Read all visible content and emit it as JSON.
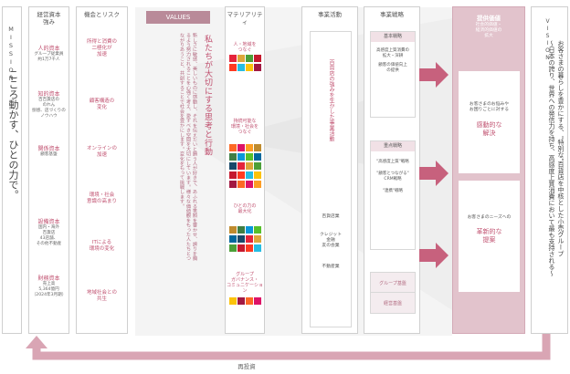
{
  "mission": {
    "title": "MISSION",
    "text": "こころ動かす、ひとの力で。"
  },
  "strengths": {
    "title": "経営資本\n強み",
    "items": [
      {
        "title": "人的資本",
        "sub": "グループ従業員\n約1万7千人"
      },
      {
        "title": "知的資本",
        "sub": "百百貨店の\nのれん\n捌感、店づくりの\nノウハウ"
      },
      {
        "title": "関係資本",
        "sub": "顧客基盤"
      },
      {
        "title": "設備資本",
        "sub": "国内・海外\n百貨店\n43店舗、\nその他不動産"
      },
      {
        "title": "財務資本",
        "sub": "売上高\n5,364億円\n（2024年3月期）"
      }
    ]
  },
  "risks": {
    "title": "機会とリスク",
    "items": [
      "所得と消費の\n二極化が\n加速",
      "顧客構造の\n変化",
      "オンラインの\n加速",
      "環境・社会\n意識の高まり",
      "ITによる\n環境の変化",
      "地域社会との\n共生"
    ]
  },
  "values": {
    "title": "VALUES",
    "heading": "私たちが大切にする思考と行動",
    "body": "新しさに敏感、美しいものに感動し、それを伝えたいと願う人が好きで、あふれる笑顔を響かせ、誇りを胸るよう努力されることを心強く考え、愛すべき空間を大切にしています。様々な価値観をもった人たちとつながりあうこと、共創することで社会を豊かにします。変化をもって挑戦します。"
  },
  "materiality": {
    "title": "マテリアリティ",
    "groups": [
      "人・地域を\nつなぐ",
      "持続可能な\n環境・社会を\nつなぐ",
      "ひとの力の\n最大化",
      "グループ\nガバナンス・\nコミュニケーション"
    ]
  },
  "business": {
    "title": "事業活動",
    "main": "百貨店の強みを生かした事業活動",
    "items": [
      "百貨店業",
      "クレジット\n金融\n友の会業",
      "不動産業"
    ]
  },
  "strategy": {
    "title": "事業戦略",
    "sections": [
      {
        "title": "基本戦略",
        "items": [
          "高感度上質消費の\n拡大・深耕",
          "顧客の価値向上\nの提供"
        ]
      },
      {
        "title": "重点戦略",
        "items": [
          "\"高感度上質\"戦略",
          "\"顧客とつながる\"\nCRM戦略",
          "\"連携\"戦略"
        ]
      },
      {
        "title": "グループ基盤",
        "items": []
      },
      {
        "title": "経営基盤",
        "items": []
      }
    ]
  },
  "value_provided": {
    "title": "提供価値",
    "sub": "社会的価値・\n経済的価値の\n拡大",
    "cards": [
      {
        "question": "お客さまのお悩みや\nお困りごとに対する",
        "answer": "感動的な\n解決"
      },
      {
        "question": "お客さまのニーズへの",
        "answer": "革新的な\n提案"
      }
    ]
  },
  "vision": {
    "title": "VISION",
    "text": "お客さまの暮らしを豊かにする、\"特別な\"百貨店を中核とした小売グループ\n〜日本の誇り、世界への発信力を持ち、高感度上質消費において最も支持される〜"
  },
  "reinvest": {
    "label": "再投資"
  },
  "colors": {
    "accent": "#c0506f",
    "accent_dark": "#a35670",
    "border": "#cfcfcf",
    "vision_bg": "#e8c9d1"
  }
}
